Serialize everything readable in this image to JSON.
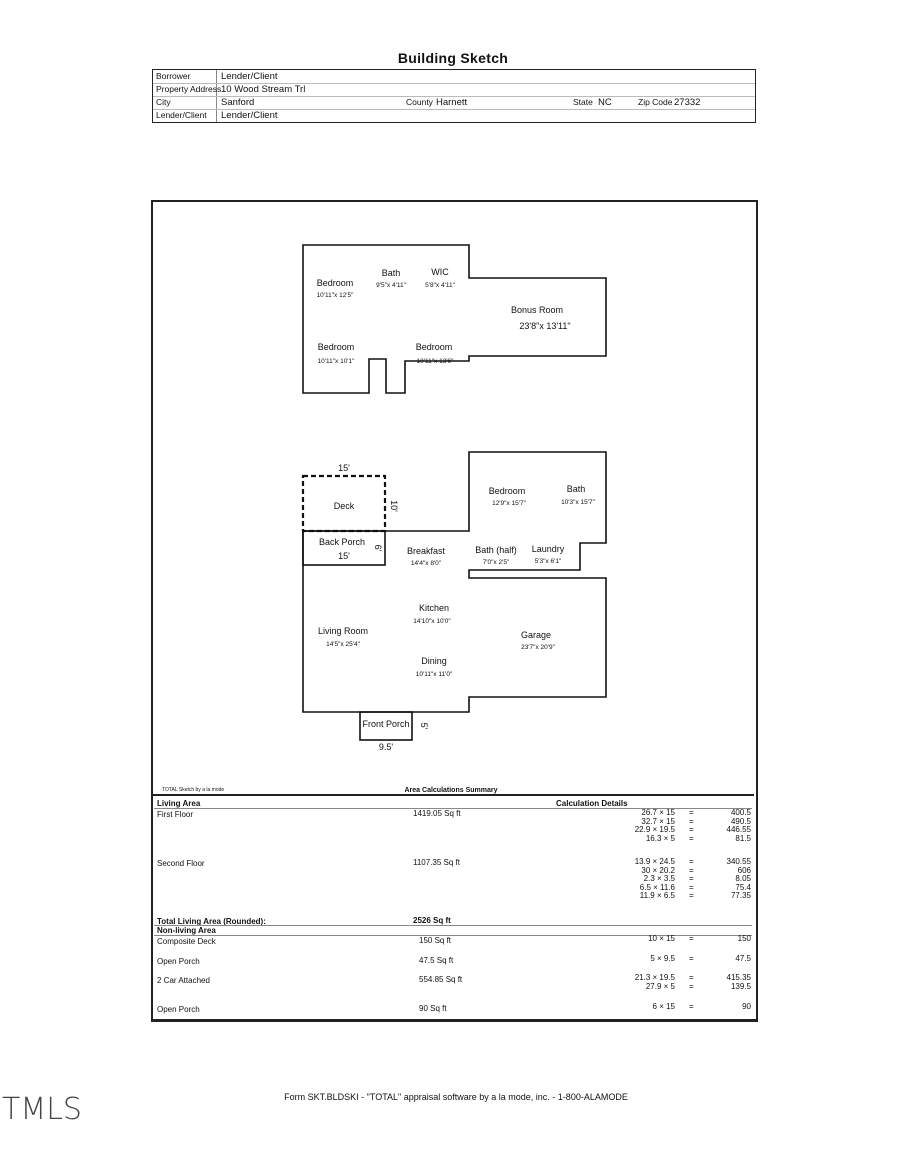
{
  "title": "Building Sketch",
  "header": {
    "borrower_label": "Borrower",
    "borrower": "Lender/Client",
    "address_label": "Property Address",
    "address": "10 Wood Stream Trl",
    "city_label": "City",
    "city": "Sanford",
    "county_label": "County",
    "county": "Harnett",
    "state_label": "State",
    "state": "NC",
    "zip_label": "Zip Code",
    "zip": "27332",
    "lender_label": "Lender/Client",
    "lender": "Lender/Client"
  },
  "rooms": {
    "bedroom1": {
      "name": "Bedroom",
      "dim": "10'11\"x 12'5\""
    },
    "bath_up": {
      "name": "Bath",
      "dim": "9'5\"x 4'11\""
    },
    "wic": {
      "name": "WIC",
      "dim": "5'8\"x 4'11\""
    },
    "bonus": {
      "name": "Bonus Room",
      "dim": "23'8\"x 13'11\""
    },
    "bedroom2": {
      "name": "Bedroom",
      "dim": "10'11\"x 10'1\""
    },
    "bedroom3": {
      "name": "Bedroom",
      "dim": "10'11\"x 13'6\""
    },
    "deck": {
      "name": "Deck",
      "w": "15'",
      "h": "10'"
    },
    "back_porch": {
      "name": "Back Porch",
      "w": "15'",
      "h": "6'"
    },
    "breakfast": {
      "name": "Breakfast",
      "dim": "14'4\"x 8'0\""
    },
    "bedroom4": {
      "name": "Bedroom",
      "dim": "12'9\"x 15'7\""
    },
    "bath_main": {
      "name": "Bath",
      "dim": "10'3\"x 15'7\""
    },
    "bath_half": {
      "name": "Bath (half)",
      "dim": "7'0\"x 2'5\""
    },
    "laundry": {
      "name": "Laundry",
      "dim": "5'3\"x 6'1\""
    },
    "kitchen": {
      "name": "Kitchen",
      "dim": "14'10\"x 10'0\""
    },
    "living": {
      "name": "Living Room",
      "dim": "14'5\"x 25'4\""
    },
    "garage": {
      "name": "Garage",
      "dim": "23'7\"x 20'9\""
    },
    "dining": {
      "name": "Dining",
      "dim": "10'11\"x 11'0\""
    },
    "front_porch": {
      "name": "Front Porch",
      "w": "9.5'",
      "h": "5'"
    }
  },
  "summary": {
    "software_note": "TOTAL Sketch by a la mode",
    "title": "Area Calculations Summary",
    "living_area_label": "Living Area",
    "calc_details_label": "Calculation Details",
    "first_floor": {
      "label": "First Floor",
      "area": "1419.05 Sq ft",
      "calcs": [
        {
          "expr": "26.7 × 15",
          "res": "400.5"
        },
        {
          "expr": "32.7 × 15",
          "res": "490.5"
        },
        {
          "expr": "22.9 × 19.5",
          "res": "446.55"
        },
        {
          "expr": "16.3 × 5",
          "res": "81.5"
        }
      ]
    },
    "second_floor": {
      "label": "Second Floor",
      "area": "1107.35 Sq ft",
      "calcs": [
        {
          "expr": "13.9 × 24.5",
          "res": "340.55"
        },
        {
          "expr": "30 × 20.2",
          "res": "606"
        },
        {
          "expr": "2.3 × 3.5",
          "res": "8.05"
        },
        {
          "expr": "6.5 × 11.6",
          "res": "75.4"
        },
        {
          "expr": "11.9 × 6.5",
          "res": "77.35"
        }
      ]
    },
    "total_label": "Total Living Area (Rounded):",
    "total": "2526 Sq ft",
    "nonliving_label": "Non-living Area",
    "nonliving": [
      {
        "label": "Composite Deck",
        "area": "150 Sq ft",
        "calcs": [
          {
            "expr": "10 × 15",
            "res": "150"
          }
        ]
      },
      {
        "label": "Open Porch",
        "area": "47.5 Sq ft",
        "calcs": [
          {
            "expr": "5 × 9.5",
            "res": "47.5"
          }
        ]
      },
      {
        "label": "2 Car Attached",
        "area": "554.85 Sq ft",
        "calcs": [
          {
            "expr": "21.3 × 19.5",
            "res": "415.35"
          },
          {
            "expr": "27.9 × 5",
            "res": "139.5"
          }
        ]
      },
      {
        "label": "Open Porch",
        "area": "90 Sq ft",
        "calcs": [
          {
            "expr": "6 × 15",
            "res": "90"
          }
        ]
      }
    ],
    "eq": "="
  },
  "footer": "Form SKT.BLDSKI - \"TOTAL\" appraisal software by a la mode, inc. - 1-800-ALAMODE",
  "logo": "TMLS"
}
